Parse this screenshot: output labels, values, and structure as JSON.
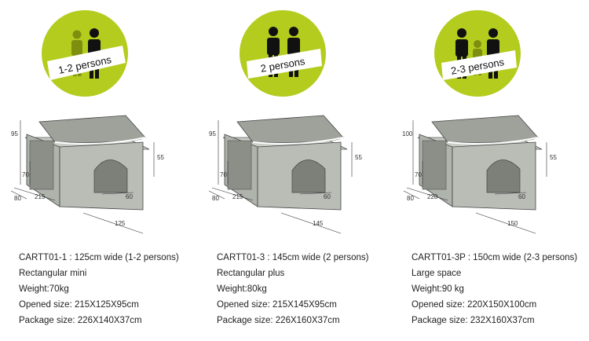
{
  "colors": {
    "badge_green": "#b4cc1e",
    "ribbon": "#ffffff",
    "figure_dark": "#111111",
    "tent_body": "#b9bdb6",
    "tent_roof": "#9ea29b"
  },
  "products": [
    {
      "badge": {
        "label": "1-2 persons",
        "icon": "people-1-2-icon"
      },
      "dims": {
        "height": "95",
        "door_height": "70",
        "depth": "215",
        "side": "80",
        "width": "125",
        "window": "55",
        "opening": "60"
      },
      "specs": {
        "model": "CARTT01-1 : 125cm wide  (1-2 persons)",
        "type": "Rectangular mini",
        "weight": "Weight:70kg",
        "opened": "Opened size: 215X125X95cm",
        "package": "Package size: 226X140X37cm"
      }
    },
    {
      "badge": {
        "label": "2 persons",
        "icon": "people-2-icon"
      },
      "dims": {
        "height": "95",
        "door_height": "70",
        "depth": "215",
        "side": "80",
        "width": "145",
        "window": "55",
        "opening": "60"
      },
      "specs": {
        "model": "CARTT01-3 : 145cm wide  (2 persons)",
        "type": "Rectangular plus",
        "weight": "Weight:80kg",
        "opened": "Opened size: 215X145X95cm",
        "package": "Package size: 226X160X37cm"
      }
    },
    {
      "badge": {
        "label": "2-3 persons",
        "icon": "people-2-3-icon"
      },
      "dims": {
        "height": "100",
        "door_height": "70",
        "depth": "220",
        "side": "80",
        "width": "150",
        "window": "55",
        "opening": "60"
      },
      "specs": {
        "model": "CARTT01-3P : 150cm wide  (2-3 persons)",
        "type": "Large space",
        "weight": "Weight:90 kg",
        "opened": "Opened size: 220X150X100cm",
        "package": "Package size: 232X160X37cm"
      }
    }
  ]
}
